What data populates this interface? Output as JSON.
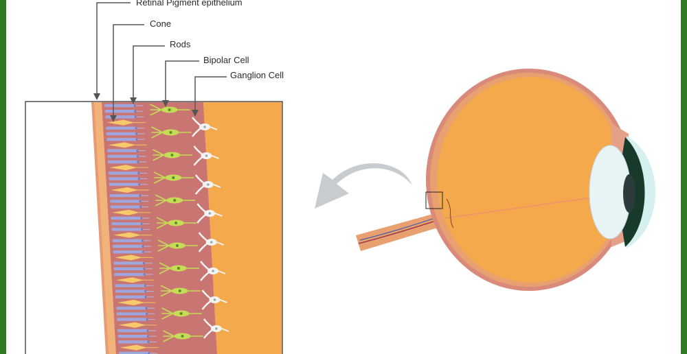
{
  "labels": {
    "rpe": "Retinal Pigment epithelium",
    "cone": "Cone",
    "rods": "Rods",
    "bipolar": "Bipolar Cell",
    "ganglion": "Ganglion Cell"
  },
  "colors": {
    "frame": "#2f7a22",
    "background": "#ffffff",
    "eyeball": "#f4a94d",
    "sclera": "#d98a7a",
    "retina_layer": "#c97673",
    "vitreous": "#f4a94d",
    "rod": "#9ea6dd",
    "cone": "#f6c96a",
    "bipolar": "#c6dc54",
    "ganglion": "#f3f3f3",
    "arrow": "#c9cccf",
    "cornea": "#d6f0f0",
    "iris": "#173a2b",
    "lens": "#e8f3f6"
  }
}
